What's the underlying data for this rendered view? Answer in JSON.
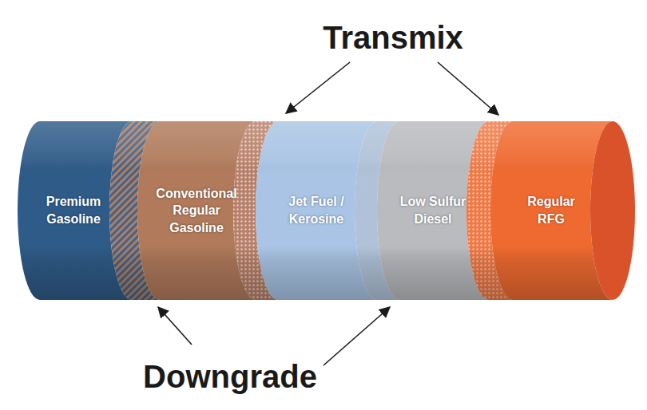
{
  "diagram": {
    "nodes": [
      {
        "text": [
          "Premium Gasoline"
        ]
      },
      {
        "text": [
          "Conventional Regular Gasoline"
        ]
      },
      {
        "text": [
          "Jet Fuel / Kerosine"
        ]
      },
      {
        "text": [
          "Low Sulfur Diesel"
        ]
      },
      {
        "text": [
          "Regular RFG"
        ]
      }
    ],
    "labels": [
      "Transmix",
      "Downgrade"
    ]
  }
}
